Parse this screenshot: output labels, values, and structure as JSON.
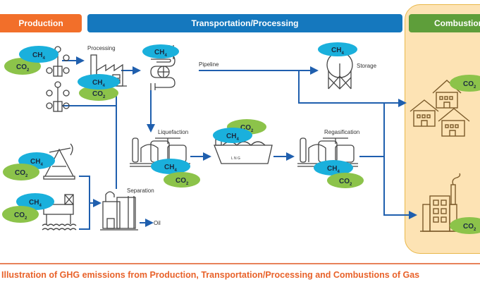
{
  "headers": {
    "production": "Production",
    "transportation": "Transportation/Processing",
    "combustion": "Combustion"
  },
  "labels": {
    "processing": "Processing",
    "pipeline": "Pipeline",
    "storage": "Storage",
    "liquefaction": "Liquefaction",
    "regasification": "Regasification",
    "separation": "Separation",
    "oil": "Oil",
    "lng": "L N G"
  },
  "emissions": {
    "ch4_main": "CH",
    "ch4_sub": "4",
    "co2_main": "CO",
    "co2_sub": "2"
  },
  "colors": {
    "production": "#f26f2a",
    "transportation": "#1578be",
    "combustion": "#5e9e3a",
    "ch4_bubble": "#1ab0dc",
    "co2_bubble": "#8cc34a",
    "flow_arrow": "#1f5fae",
    "combustion_panel": "#fde3b4",
    "caption": "#e8622a"
  },
  "caption": "Illustration of GHG emissions from Production, Transportation/Processing and Combustions of Gas"
}
